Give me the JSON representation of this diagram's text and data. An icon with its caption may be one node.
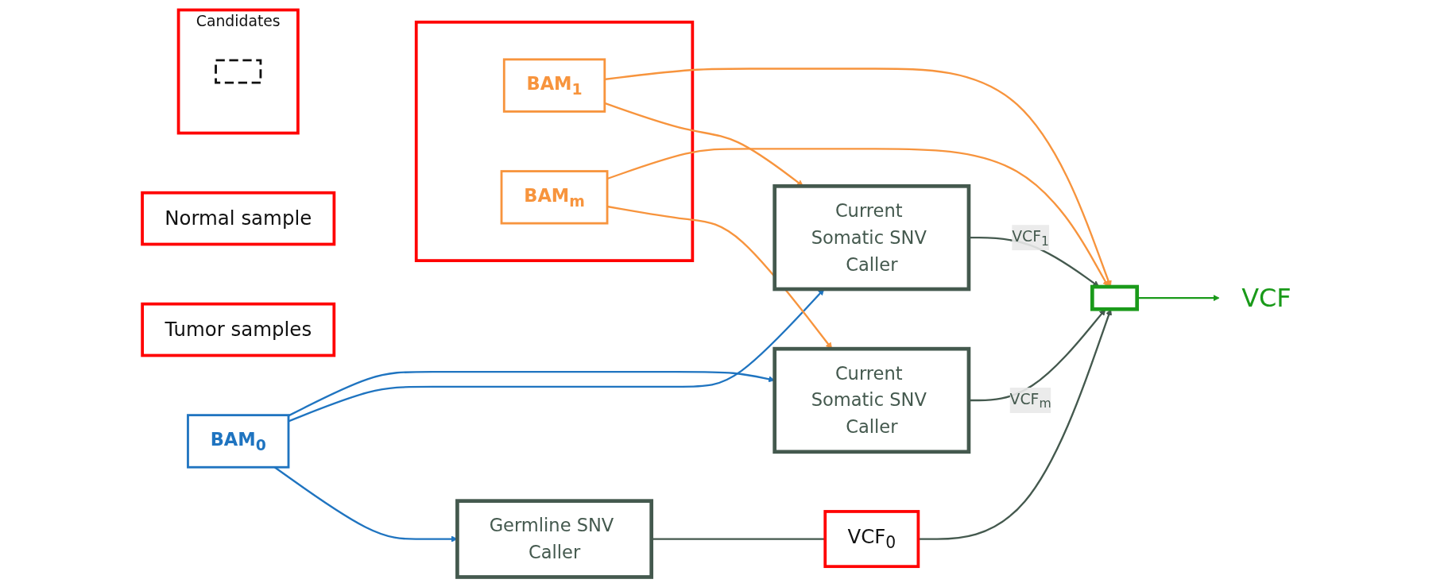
{
  "diagram": {
    "nodes": [
      {
        "text": [
          "Normal sample"
        ]
      },
      {
        "text": [
          "Tumor samples"
        ]
      },
      {
        "text": [
          "**BAM$_{0}$**"
        ]
      },
      {
        "text": [],
        "shape": "box"
      },
      {
        "text": [
          "**BAM$_{1}$**"
        ],
        "in": 3
      },
      {
        "text": [
          "**BAM$_{m}$**"
        ],
        "in": 3
      },
      {
        "text": [
          "Germline SNV Caller"
        ]
      },
      {
        "text": [
          "Current Somatic SNV Caller"
        ]
      },
      {
        "text": [
          "Current Somatic SNV Caller"
        ]
      },
      {
        "text": [
          "Candidates"
        ]
      },
      {
        "text": [],
        "shape": "box",
        "in": 9
      },
      {
        "text": [
          "VCF$_{0}$"
        ]
      },
      {
        "text": [],
        "shape": "box"
      },
      {
        "text": [
          "VCF"
        ]
      }
    ],
    "edges": [
      {
        "from": 2,
        "to": 6,
        "arrow": "to",
        "color": "#1f74c0"
      },
      {
        "from": 2,
        "to": 7,
        "arrow": "to",
        "color": "#1f74c0"
      },
      {
        "from": 2,
        "to": 8,
        "arrow": "to",
        "color": "#1f74c0"
      },
      {
        "from": 4,
        "to": 7,
        "arrow": "to",
        "color": "#f7943d"
      },
      {
        "from": 4,
        "to": 12,
        "arrow": "to",
        "color": "#f7943d"
      },
      {
        "from": 5,
        "to": 8,
        "arrow": "to",
        "color": "#f7943d"
      },
      {
        "from": 5,
        "to": 12,
        "arrow": "to",
        "color": "#f7943d"
      },
      {
        "from": 7,
        "to": 12,
        "arrow": "to",
        "label": "VCF$_{1}$",
        "color": "#44594e"
      },
      {
        "from": 8,
        "to": 12,
        "arrow": "to",
        "label": "VCF$_{m}$",
        "color": "#44594e"
      },
      {
        "from": 6,
        "to": 11,
        "arrow": "none",
        "color": "#44594e"
      },
      {
        "from": 11,
        "to": 12,
        "arrow": "to",
        "color": "#44594e"
      },
      {
        "from": 12,
        "to": 13,
        "arrow": "to",
        "color": "#1a9a1a"
      }
    ]
  }
}
